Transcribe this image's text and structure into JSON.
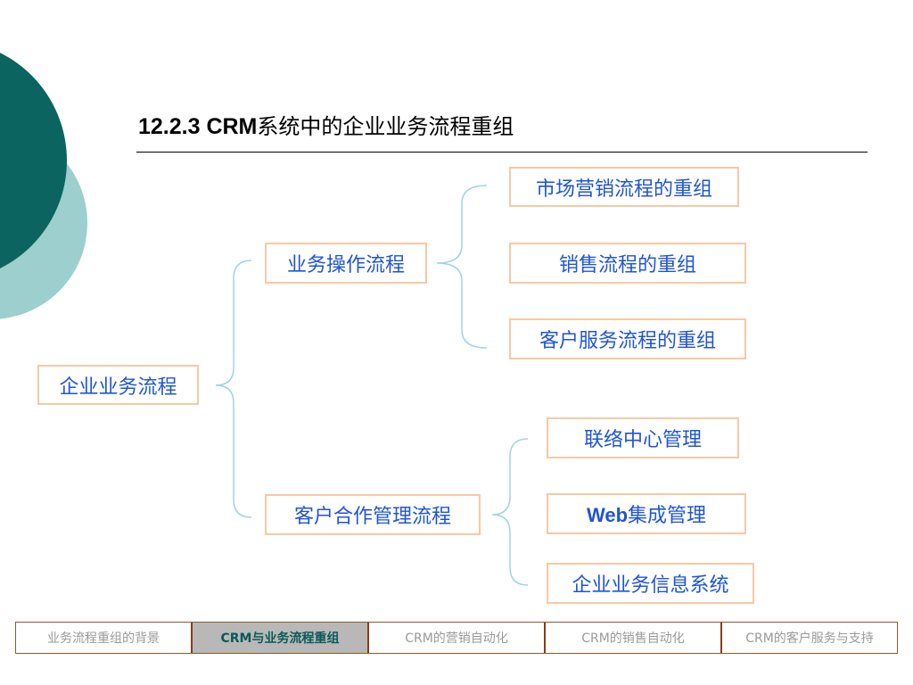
{
  "title": {
    "number": "12.2.3 CRM",
    "text": "系统中的企业业务流程重组"
  },
  "diagram": {
    "root": "企业业务流程",
    "branch_operation": "业务操作流程",
    "branch_customer": "客户合作管理流程",
    "op_item_marketing": "市场营销流程的重组",
    "op_item_sales": "销售流程的重组",
    "op_item_service": "客户服务流程的重组",
    "cust_item_contact": "联络中心管理",
    "cust_item_web_bold": "Web",
    "cust_item_web_rest": "集成管理",
    "cust_item_info": "企业业务信息系统"
  },
  "nav": {
    "tab1": "业务流程重组的背景",
    "tab2": "CRM与业务流程重组",
    "tab3": "CRM的营销自动化",
    "tab4": "CRM的销售自动化",
    "tab5": "CRM的客户服务与支持"
  },
  "colors": {
    "dark_teal": "#0b6460",
    "light_teal": "#9ccfce",
    "box_border": "#f7c9a2",
    "box_text": "#1f55d6",
    "connector": "#9fd3e6",
    "nav_active_bg": "#b8b8b8",
    "nav_active_text": "#0a5a57"
  }
}
